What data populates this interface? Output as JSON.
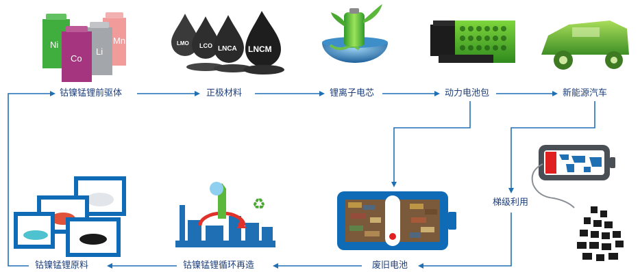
{
  "flow": {
    "top_labels": [
      "钴镍锰锂前驱体",
      "正极材料",
      "锂离子电芯",
      "动力电池包",
      "新能源汽车"
    ],
    "bottom_labels": [
      "钴镍锰锂原料",
      "钴镍锰锂循环再造",
      "废旧电池"
    ],
    "side_label": "梯级利用"
  },
  "elements": {
    "can_labels": [
      "Ni",
      "Co",
      "Li",
      "Mn"
    ],
    "powder_labels": [
      "LMO",
      "LCO",
      "LNCA",
      "LNCM"
    ]
  },
  "colors": {
    "flow_line": "#1f6fb5",
    "label_text": "#1d3e7a",
    "frame_blue": "#0f6bb6",
    "can_green": "#3fae3f",
    "can_magenta": "#a4357e",
    "can_gray": "#a3a6aa",
    "can_pink": "#f29b9b",
    "battery_red": "#e02020"
  }
}
